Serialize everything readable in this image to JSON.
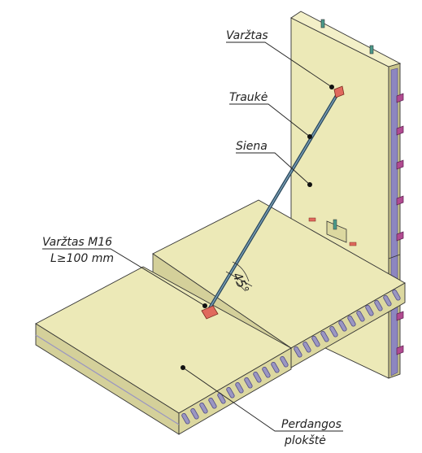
{
  "labels": {
    "bolt": "Varžtas",
    "rod": "Traukė",
    "wall": "Siena",
    "bolt_m16_line1": "Varžtas M16",
    "bolt_m16_line2": "L≥100 mm",
    "slab_line1": "Perdangos",
    "slab_line2": "plokštė",
    "angle": "45°"
  },
  "colors": {
    "panel": "#ece9b7",
    "panel_edge": "#dcd8a0",
    "panel_dark": "#c9c48a",
    "cores": "#9a96c2",
    "cores_dark": "#4f4a86",
    "rod": "#4a6e87",
    "plate": "#e0695d",
    "outline": "#333333"
  }
}
